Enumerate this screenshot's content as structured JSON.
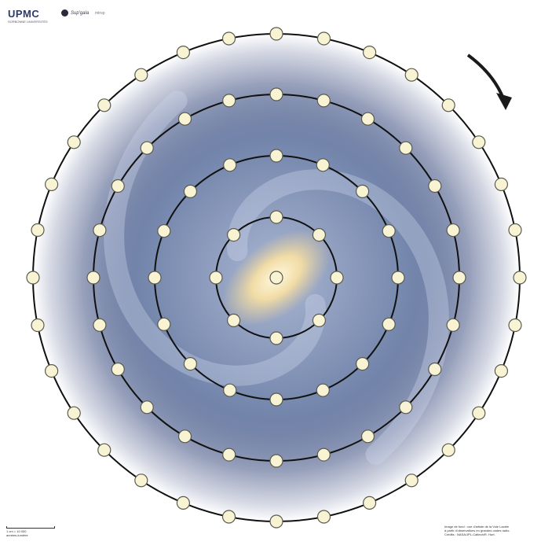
{
  "header": {
    "logo_main": "UPMC",
    "logo_main_sub": "SORBONNE UNIVERSITÉS",
    "logo_middle": "Sup'gala",
    "logo_small": "mtrsp"
  },
  "diagram": {
    "rotation_direction": "clockwise",
    "ring_marker_counts": [
      8,
      16,
      24,
      32
    ],
    "center_marker": true,
    "colors": {
      "marker_fill": "#f7f3d3",
      "marker_stroke": "#5a5a50",
      "ring_stroke": "#111111",
      "arrow": "#1a1a1a",
      "galaxy_arm": "#6f83a8",
      "galaxy_core": "#f3e3b0",
      "halo_edge": "#2f3550"
    }
  },
  "footer": {
    "scale_line1": "1 cm = 10 000",
    "scale_line2": "années-lumière",
    "credits_line1": "Image de fond : vue d'artiste de la Voie Lactée",
    "credits_line2": "à partir d'observations en grandes ondes radio.",
    "credits_line3": "Crédits : NASA/JPL-Caltech/R. Hurt."
  }
}
